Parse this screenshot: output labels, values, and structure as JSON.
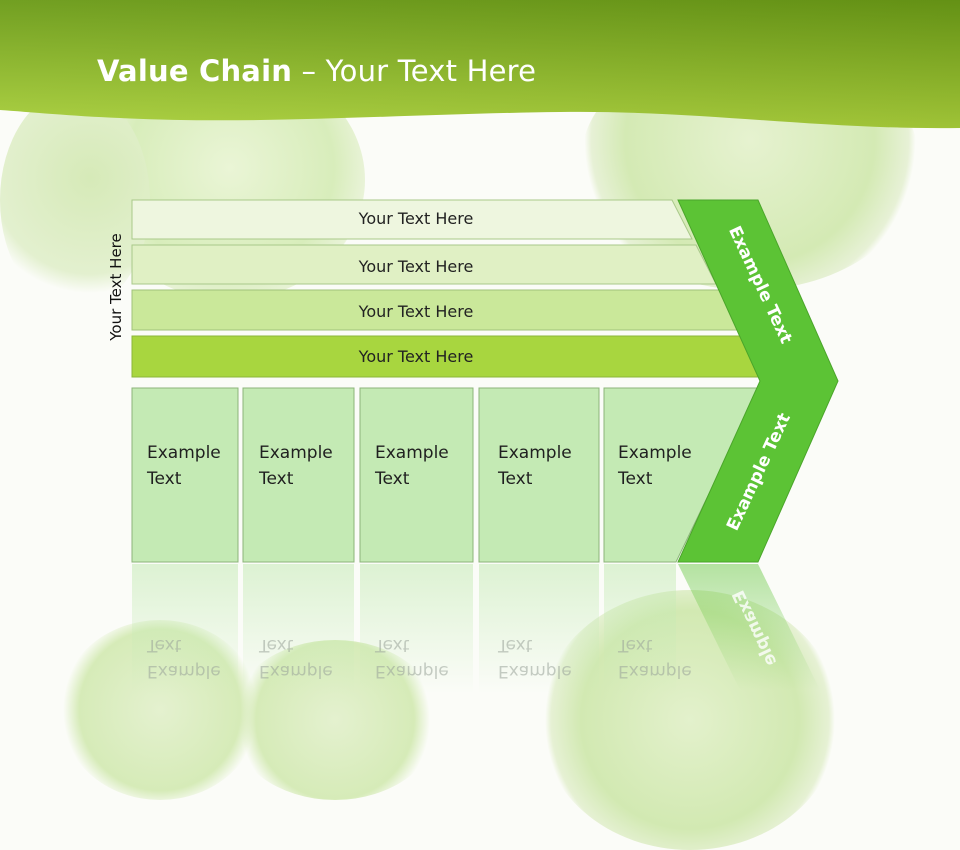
{
  "slide": {
    "title_bold": "Value Chain",
    "title_rest": " – Your Text Here",
    "side_label": "Your Text Here"
  },
  "bars": [
    {
      "label": "Your Text Here",
      "color": "#eef6df"
    },
    {
      "label": "Your Text Here",
      "color": "#e0f0c4"
    },
    {
      "label": "Your Text Here",
      "color": "#cae89a"
    },
    {
      "label": "Your Text Here",
      "color": "#a8d63f"
    }
  ],
  "boxes": [
    {
      "line1": "Example",
      "line2": "Text"
    },
    {
      "line1": "Example",
      "line2": "Text"
    },
    {
      "line1": "Example",
      "line2": "Text"
    },
    {
      "line1": "Example",
      "line2": "Text"
    },
    {
      "line1": "Example",
      "line2": "Text"
    }
  ],
  "chevron": {
    "upper_text": "Example Text",
    "lower_text": "Example Text",
    "reflection_text": "Example",
    "color": "#5cc335"
  },
  "colors": {
    "header_dark": "#6a9a16",
    "header_light": "#a9cf3a",
    "box_fill": "#c4eab4",
    "box_stroke": "#8cb47a"
  }
}
